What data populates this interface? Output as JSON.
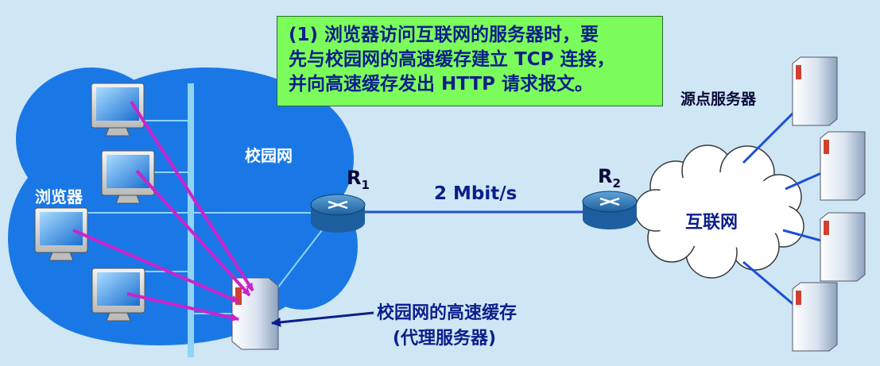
{
  "note": {
    "lines": [
      "(1) 浏览器访问互联网的服务器时，要",
      "先与校园网的高速缓存建立 TCP 连接，",
      "并向高速缓存发出 HTTP 请求报文。"
    ]
  },
  "labels": {
    "campus": "校园网",
    "browser": "浏览器",
    "r1": "R",
    "r1_sub": "1",
    "r2": "R",
    "r2_sub": "2",
    "link_speed": "2 Mbit/s",
    "internet": "互联网",
    "origin_servers": "源点服务器",
    "cache_line1": "校园网的高速缓存",
    "cache_line2": "(代理服务器)"
  },
  "colors": {
    "background": "#cfe6f5",
    "campus_cloud": "#1a78e6",
    "internet_cloud": "#ffffff",
    "note_fill": "#7CFC5A",
    "link": "#1b4fd6",
    "request_arrows": "#cc22cc",
    "text_navy": "#0b1f8a"
  }
}
